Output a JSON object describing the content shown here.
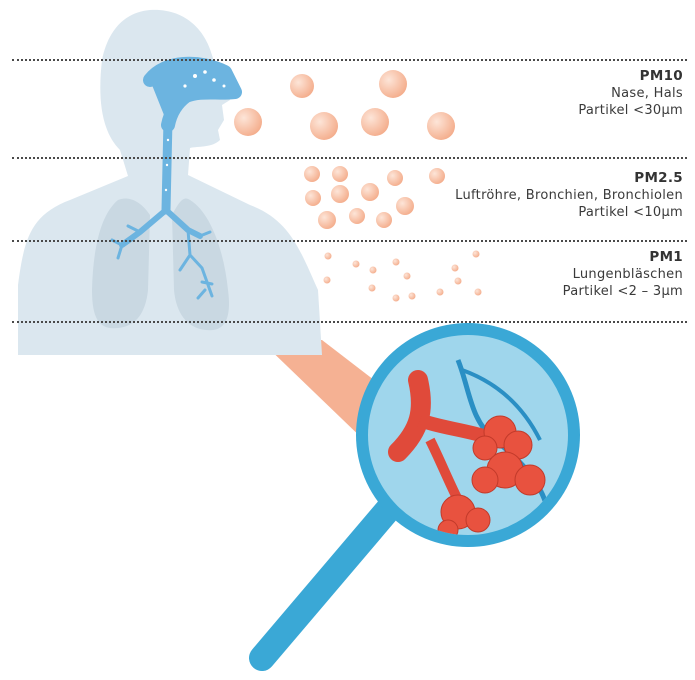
{
  "levels": [
    {
      "code": "PM10",
      "region": "Nase, Hals",
      "size": "Partikel <30µm"
    },
    {
      "code": "PM2.5",
      "region": "Luftröhre, Bronchien, Bronchiolen",
      "size": "Partikel <10µm"
    },
    {
      "code": "PM1",
      "region": "Lungenbläschen",
      "size": "Partikel <2 – 3µm"
    }
  ],
  "colors": {
    "body": "#dbe7ef",
    "airway": "#6cb4e0",
    "particle": "#f6b497",
    "magnifier": "#3aa8d6",
    "lens": "#9fd6ec",
    "alveoli": "#e8523f",
    "beam": "#f4a887"
  },
  "icons": [
    "human-silhouette-icon",
    "airway-icon",
    "magnifier-icon",
    "alveoli-icon"
  ]
}
